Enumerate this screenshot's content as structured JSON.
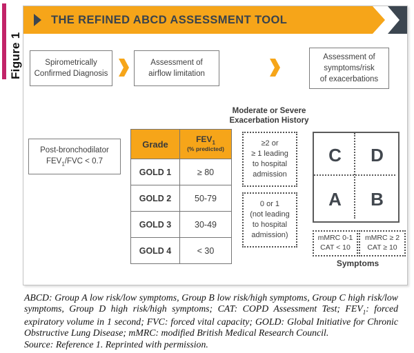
{
  "figure_label": "Figure 1",
  "banner": {
    "title": "THE REFINED ABCD ASSESSMENT TOOL"
  },
  "flow": {
    "steps": [
      {
        "lines": [
          "Spirometrically",
          "Confirmed Diagnosis"
        ]
      },
      {
        "lines": [
          "Assessment of",
          "airflow limitation"
        ]
      },
      {
        "lines": [
          "Assessment of",
          "symptoms/risk",
          "of exacerbations"
        ]
      }
    ]
  },
  "criteria_box": {
    "line1": "Post-bronchodilator",
    "line2_pre": "FEV",
    "line2_sub": "1",
    "line2_post": "/FVC < 0.7"
  },
  "gold_table": {
    "header": {
      "col1": "Grade",
      "col2_pre": "FEV",
      "col2_sub": "1",
      "col2_note": "(% predicted)"
    },
    "rows": [
      {
        "grade": "GOLD 1",
        "value": "≥ 80"
      },
      {
        "grade": "GOLD 2",
        "value": "50-79"
      },
      {
        "grade": "GOLD 3",
        "value": "30-49"
      },
      {
        "grade": "GOLD 4",
        "value": "< 30"
      }
    ]
  },
  "exacerbation": {
    "heading_lines": [
      "Moderate or Severe",
      "Exacerbation History"
    ],
    "high_risk_lines": [
      "≥2 or",
      "≥ 1 leading",
      "to hospital",
      "admission"
    ],
    "low_risk_lines": [
      "0 or 1",
      "(not leading",
      "to hospital",
      "admission)"
    ]
  },
  "abcd_grid": {
    "top_left": "C",
    "top_right": "D",
    "bottom_left": "A",
    "bottom_right": "B"
  },
  "symptoms": {
    "low_lines": [
      "mMRC 0-1",
      "CAT < 10"
    ],
    "high_lines": [
      "mMRC ≥ 2",
      "CAT ≥ 10"
    ],
    "axis_label": "Symptoms"
  },
  "caption": {
    "part1": "ABCD: Group A low risk/low symptoms, Group B low risk/high symptoms, Group C high risk/low symptoms, Group D high risk/high symptoms; CAT: COPD Assessment Test; FEV",
    "sub": "1",
    "part2": ": forced expiratory volume in 1 second; FVC: forced vital capacity; GOLD: Global Initiative for Chronic Obstructive Lung Disease; mMRC: modified British Medical Research Council.",
    "source": "Source: Reference 1. Reprinted with permission."
  },
  "colors": {
    "accent_orange": "#F6A519",
    "dark_slate": "#3C4650",
    "figure_magenta": "#C22368"
  }
}
